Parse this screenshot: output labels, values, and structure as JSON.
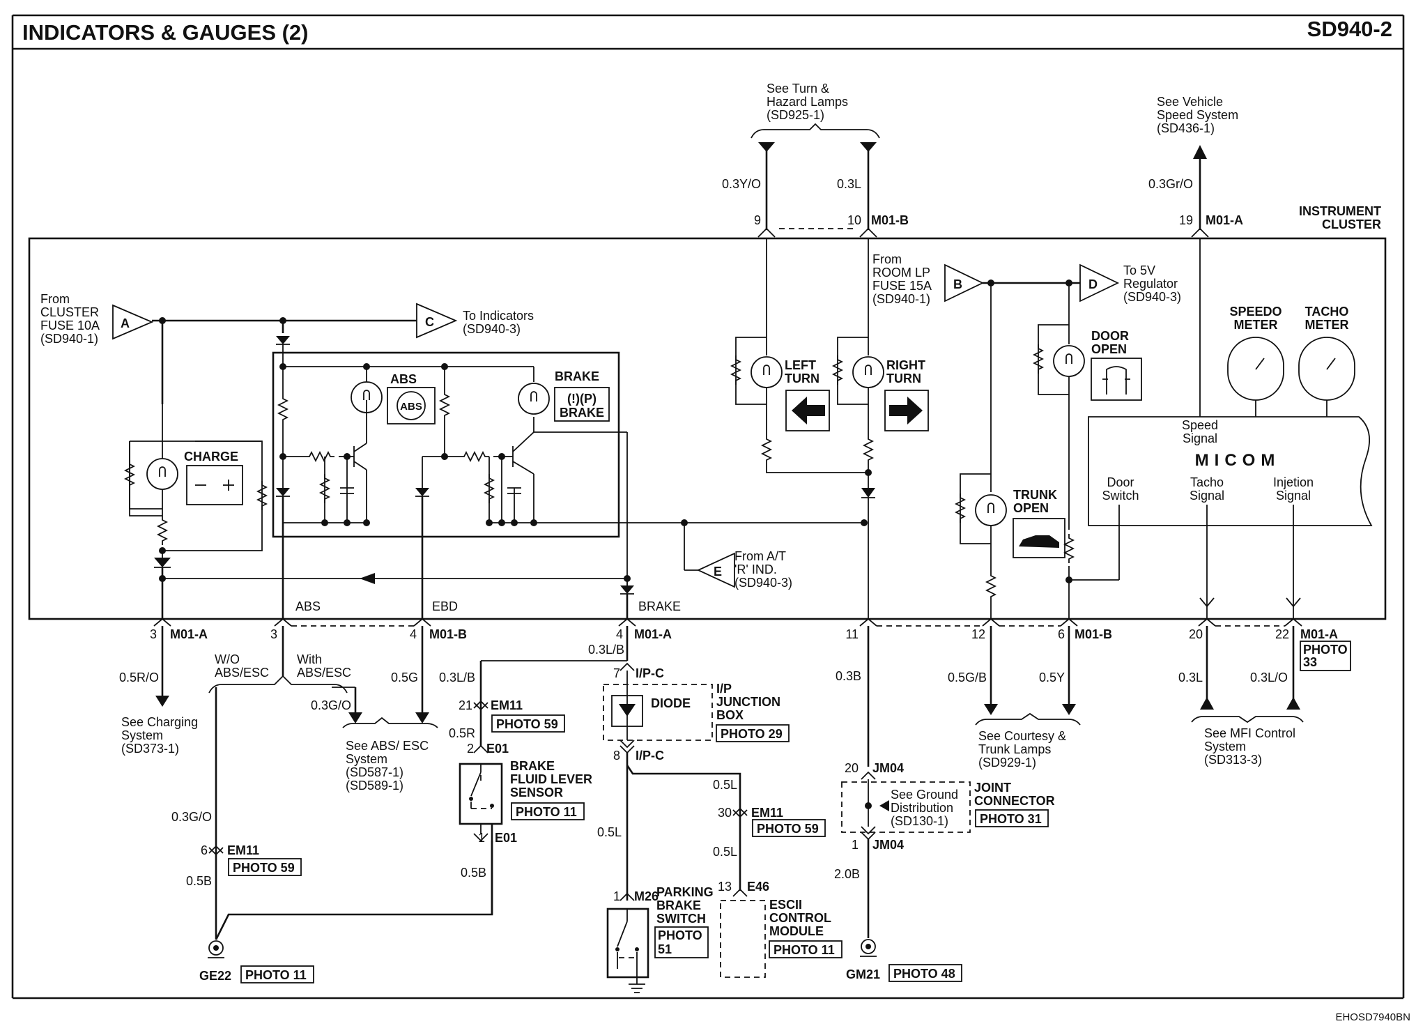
{
  "header": {
    "title": "INDICATORS & GAUGES (2)",
    "code": "SD940-2"
  },
  "footer": {
    "code": "EHOSD7940BN"
  },
  "cluster_label": [
    "INSTRUMENT",
    "CLUSTER"
  ],
  "top_refs": {
    "turn_hazard": [
      "See Turn &",
      "Hazard Lamps",
      "(SD925-1)"
    ],
    "vehicle_speed": [
      "See Vehicle",
      "Speed System",
      "(SD436-1)"
    ]
  },
  "wires": {
    "w9": "0.3Y/O",
    "w10": "0.3L",
    "w19": "0.3Gr/O",
    "charge_out": "0.5R/O",
    "ebd_out": "0.5G",
    "abs_esc": "0.3G/O",
    "brake_top": "0.3L/B",
    "brake_down": "0.3L/B",
    "em11_to_e01": "0.5R",
    "e01_ground": "0.5B",
    "ge22_up": "0.3G/O",
    "ge22_low": "0.5B",
    "ipc_down": "0.5L",
    "esc_up": "0.5L",
    "esc_low": "0.5L",
    "pin11": "0.3B",
    "gm21": "2.0B",
    "courtesy": "0.5G/B",
    "trunk": "0.5Y",
    "mfi_l": "0.3L",
    "mfi_lo": "0.3L/O"
  },
  "pins": {
    "p9": "9",
    "p10": "10",
    "p19": "19",
    "p3a": "3",
    "p3b": "3",
    "p4b": "4",
    "p4a": "4",
    "p11": "11",
    "p12": "12",
    "p6": "6",
    "p20": "20",
    "p22": "22",
    "p7": "7",
    "p8": "8",
    "p21": "21",
    "p2": "2",
    "p1e": "1",
    "p6em": "6",
    "p30": "30",
    "p1m": "1",
    "p13": "13",
    "p20j": "20",
    "p1j": "1"
  },
  "connectors": {
    "m01a": "M01-A",
    "m01b": "M01-B",
    "ipc": "I/P-C",
    "em11": "EM11",
    "e01": "E01",
    "m26": "M26",
    "e46": "E46",
    "jm04": "JM04"
  },
  "sources": {
    "a": {
      "letter": "A",
      "text": [
        "From",
        "CLUSTER",
        "FUSE 10A",
        "(SD940-1)"
      ]
    },
    "b": {
      "letter": "B",
      "text": [
        "From",
        "ROOM LP",
        "FUSE 15A",
        "(SD940-1)"
      ]
    },
    "c": {
      "letter": "C",
      "text": [
        "To Indicators",
        "(SD940-3)"
      ]
    },
    "d": {
      "letter": "D",
      "text": [
        "To 5V",
        "Regulator",
        "(SD940-3)"
      ]
    },
    "e": {
      "letter": "E",
      "text": [
        "From A/T",
        "'R' IND.",
        "(SD940-3)"
      ]
    }
  },
  "lamps": {
    "charge": "CHARGE",
    "abs": "ABS",
    "abs_sym": "ABS",
    "brake": "BRAKE",
    "brake_sym": "(!)(P)",
    "brake_txt": "BRAKE",
    "left_turn": [
      "LEFT",
      "TURN"
    ],
    "right_turn": [
      "RIGHT",
      "TURN"
    ],
    "door_open": [
      "DOOR",
      "OPEN"
    ],
    "trunk_open": [
      "TRUNK",
      "OPEN"
    ]
  },
  "gauges": {
    "speedo": [
      "SPEEDO",
      "METER"
    ],
    "tacho": [
      "TACHO",
      "METER"
    ]
  },
  "micom": {
    "title": "MICOM",
    "speed": [
      "Speed",
      "Signal"
    ],
    "door": [
      "Door",
      "Switch"
    ],
    "tacho": [
      "Tacho",
      "Signal"
    ],
    "inj": [
      "Injetion",
      "Signal"
    ]
  },
  "line_labels": {
    "abs": "ABS",
    "ebd": "EBD",
    "brake": "BRAKE"
  },
  "branches": {
    "wo": [
      "W/O",
      "ABS/ESC"
    ],
    "with": [
      "With",
      "ABS/ESC"
    ]
  },
  "refs": {
    "charging": [
      "See Charging",
      "System",
      "(SD373-1)"
    ],
    "abs_esc": [
      "See ABS/ ESC",
      "System",
      "(SD587-1)",
      "(SD589-1)"
    ],
    "courtesy": [
      "See Courtesy &",
      "Trunk Lamps",
      "(SD929-1)"
    ],
    "mfi": [
      "See MFI Control",
      "System",
      "(SD313-3)"
    ],
    "ground": [
      "See Ground",
      "Distribution",
      "(SD130-1)"
    ]
  },
  "components": {
    "diode": "DIODE",
    "ipjb": [
      "I/P",
      "JUNCTION",
      "BOX"
    ],
    "bfls": [
      "BRAKE",
      "FLUID LEVER",
      "SENSOR"
    ],
    "pbs": [
      "PARKING",
      "BRAKE",
      "SWITCH"
    ],
    "esc": [
      "ESCII",
      "CONTROL",
      "MODULE"
    ],
    "joint": [
      "JOINT",
      "CONNECTOR"
    ]
  },
  "photos": {
    "p33": [
      "PHOTO",
      "33"
    ],
    "p59a": "PHOTO 59",
    "p29": "PHOTO 29",
    "p11a": "PHOTO 11",
    "p59b": "PHOTO 59",
    "p31": "PHOTO 31",
    "p59c": "PHOTO 59",
    "p51": [
      "PHOTO",
      "51"
    ],
    "p11b": "PHOTO 11",
    "p11c": "PHOTO 11",
    "p48": "PHOTO 48"
  },
  "grounds": {
    "ge22": "GE22",
    "gm21": "GM21"
  }
}
